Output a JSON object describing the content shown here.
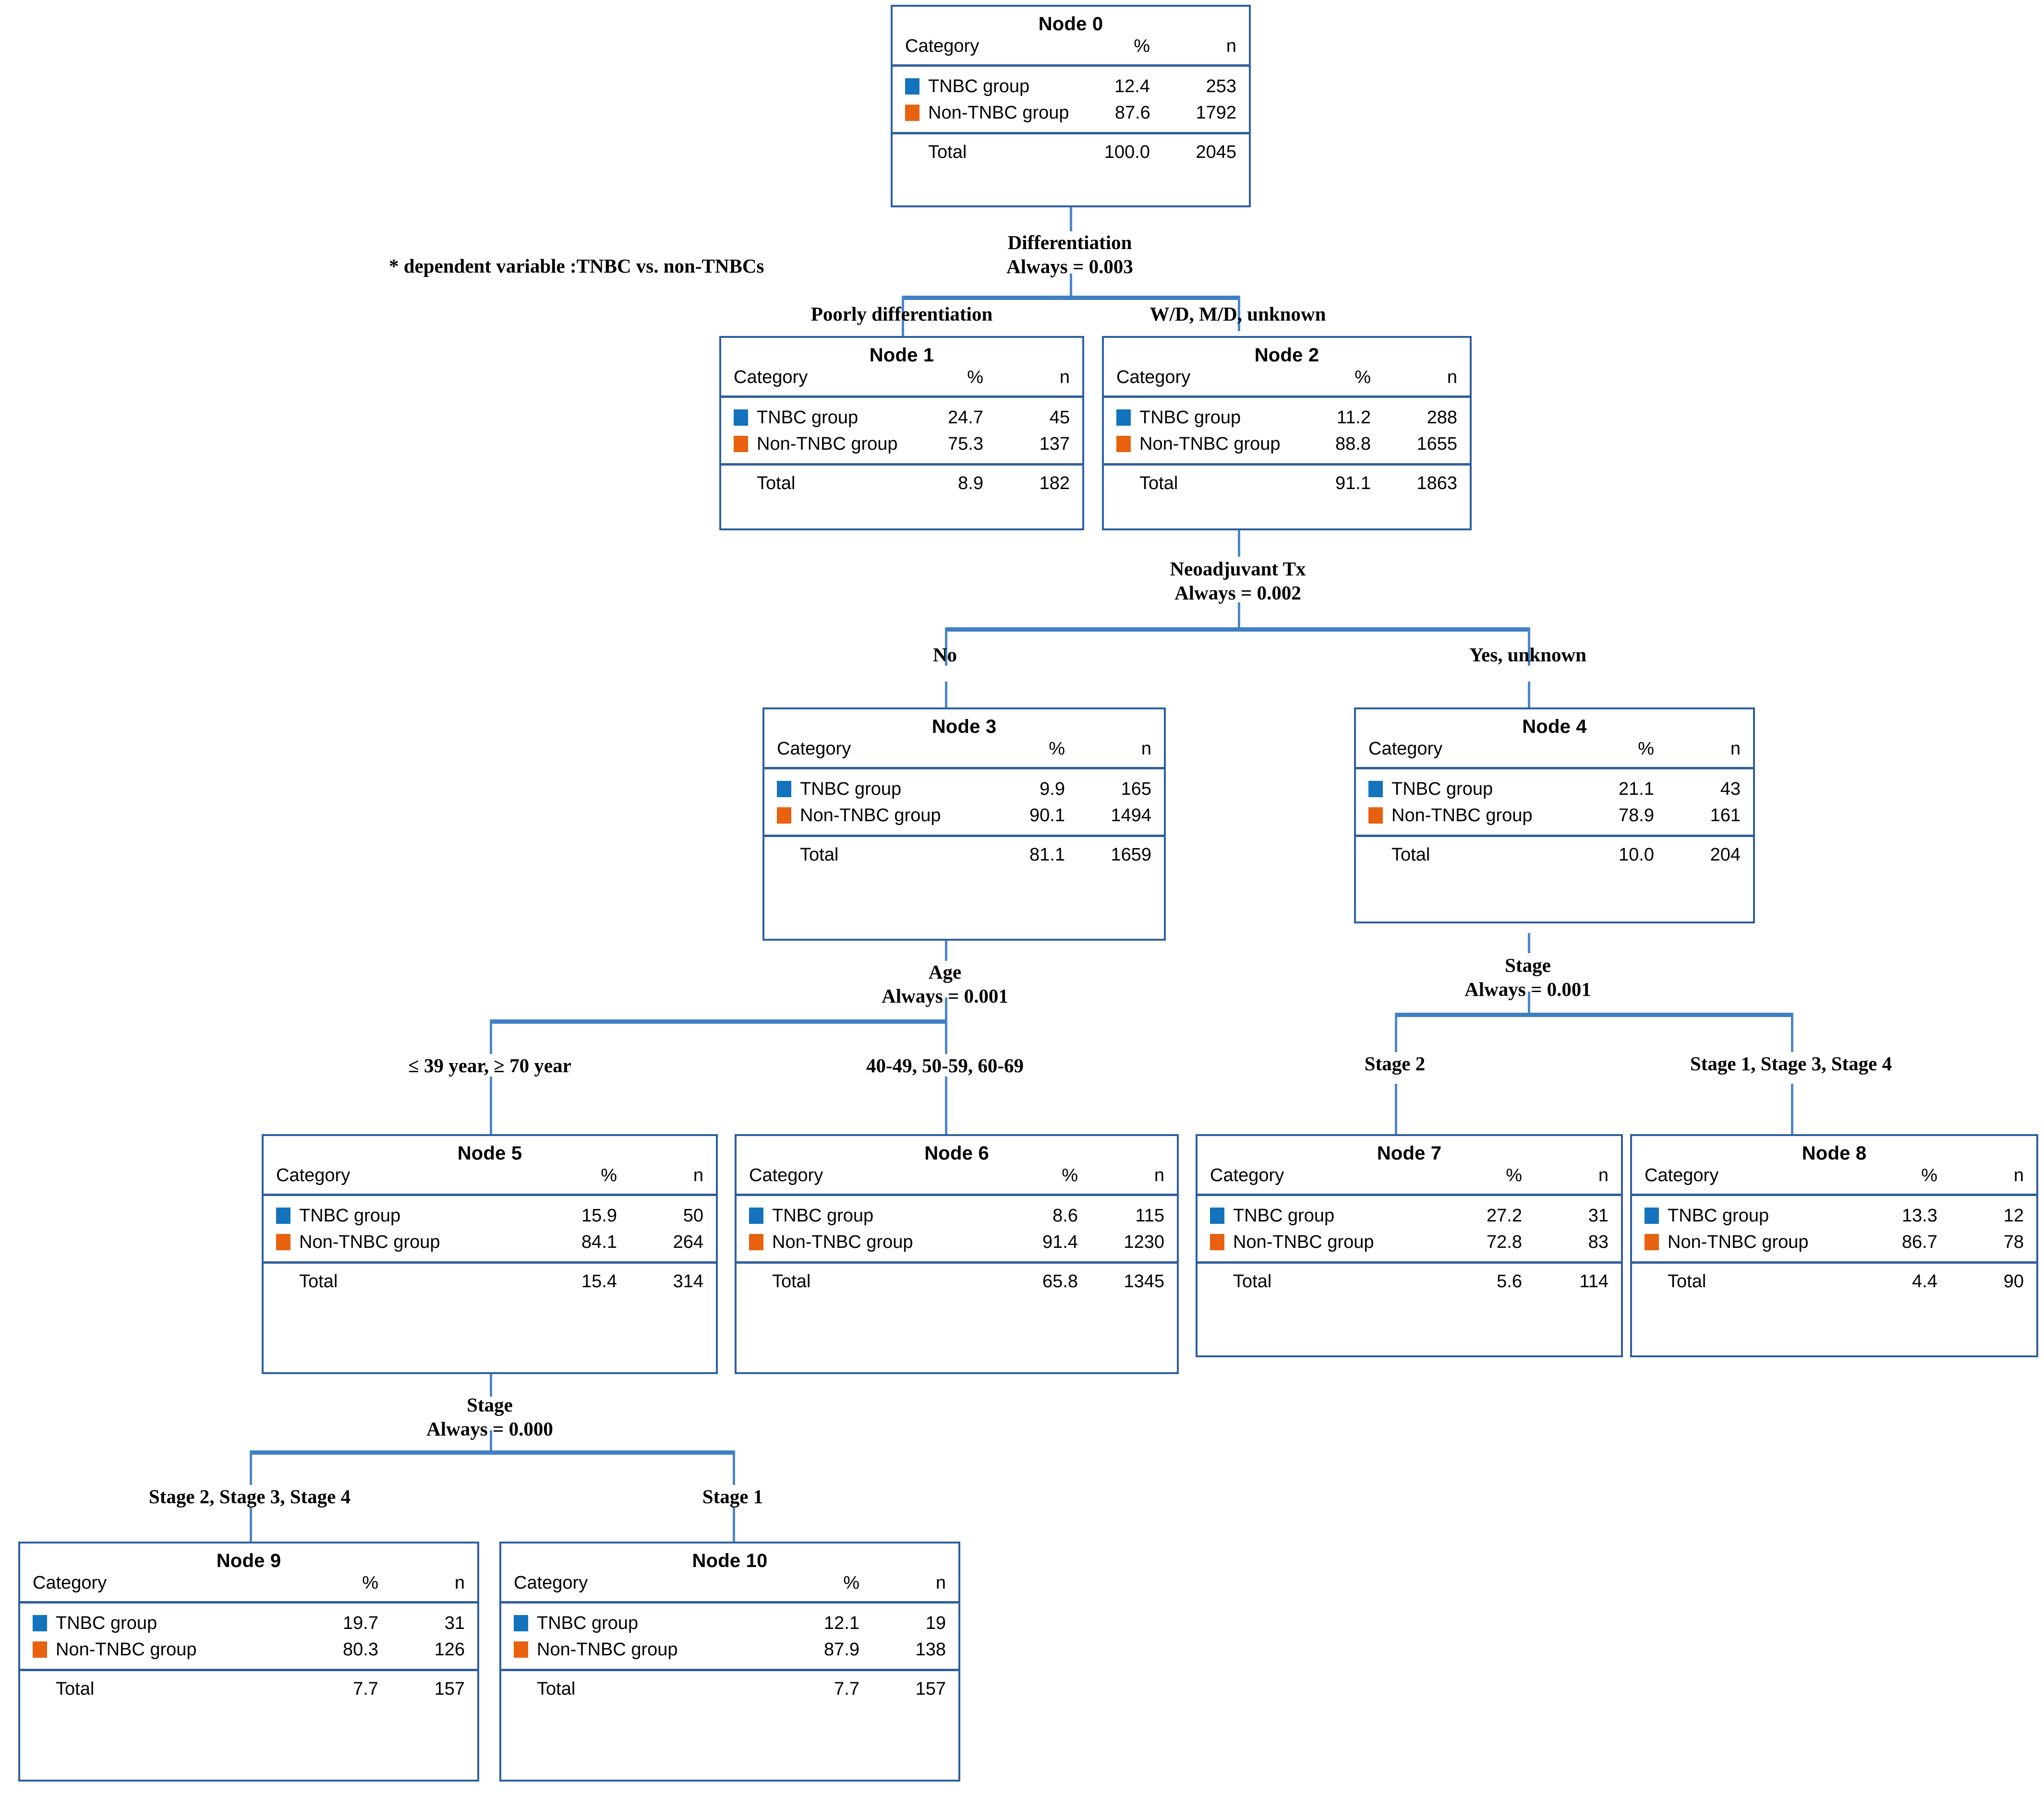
{
  "figure": {
    "type": "decision-tree",
    "footnote": "* dependent variable :TNBC  vs.  non-TNBCs",
    "colors": {
      "tnbc": "#1373bd",
      "non_tnbc": "#e8610f",
      "node_border": "#2e5f9e",
      "connector": "#4a86c8"
    },
    "columns": {
      "category": "Category",
      "percent": "%",
      "count": "n"
    },
    "total_label": "Total"
  },
  "nodes": {
    "n0": {
      "title": "Node 0",
      "rows": [
        {
          "label": "TNBC group",
          "pct": "12.4",
          "n": "253"
        },
        {
          "label": "Non-TNBC group",
          "pct": "87.6",
          "n": "1792"
        }
      ],
      "total": {
        "label": "Total",
        "pct": "100.0",
        "n": "2045"
      }
    },
    "n1": {
      "title": "Node 1",
      "rows": [
        {
          "label": "TNBC group",
          "pct": "24.7",
          "n": "45"
        },
        {
          "label": "Non-TNBC group",
          "pct": "75.3",
          "n": "137"
        }
      ],
      "total": {
        "label": "Total",
        "pct": "8.9",
        "n": "182"
      }
    },
    "n2": {
      "title": "Node 2",
      "rows": [
        {
          "label": "TNBC group",
          "pct": "11.2",
          "n": "288"
        },
        {
          "label": "Non-TNBC group",
          "pct": "88.8",
          "n": "1655"
        }
      ],
      "total": {
        "label": "Total",
        "pct": "91.1",
        "n": "1863"
      }
    },
    "n3": {
      "title": "Node 3",
      "rows": [
        {
          "label": "TNBC group",
          "pct": "9.9",
          "n": "165"
        },
        {
          "label": "Non-TNBC group",
          "pct": "90.1",
          "n": "1494"
        }
      ],
      "total": {
        "label": "Total",
        "pct": "81.1",
        "n": "1659"
      }
    },
    "n4": {
      "title": "Node 4",
      "rows": [
        {
          "label": "TNBC group",
          "pct": "21.1",
          "n": "43"
        },
        {
          "label": "Non-TNBC group",
          "pct": "78.9",
          "n": "161"
        }
      ],
      "total": {
        "label": "Total",
        "pct": "10.0",
        "n": "204"
      }
    },
    "n5": {
      "title": "Node 5",
      "rows": [
        {
          "label": "TNBC group",
          "pct": "15.9",
          "n": "50"
        },
        {
          "label": "Non-TNBC group",
          "pct": "84.1",
          "n": "264"
        }
      ],
      "total": {
        "label": "Total",
        "pct": "15.4",
        "n": "314"
      }
    },
    "n6": {
      "title": "Node 6",
      "rows": [
        {
          "label": "TNBC group",
          "pct": "8.6",
          "n": "115"
        },
        {
          "label": "Non-TNBC group",
          "pct": "91.4",
          "n": "1230"
        }
      ],
      "total": {
        "label": "Total",
        "pct": "65.8",
        "n": "1345"
      }
    },
    "n7": {
      "title": "Node 7",
      "rows": [
        {
          "label": "TNBC group",
          "pct": "27.2",
          "n": "31"
        },
        {
          "label": "Non-TNBC group",
          "pct": "72.8",
          "n": "83"
        }
      ],
      "total": {
        "label": "Total",
        "pct": "5.6",
        "n": "114"
      }
    },
    "n8": {
      "title": "Node 8",
      "rows": [
        {
          "label": "TNBC group",
          "pct": "13.3",
          "n": "12"
        },
        {
          "label": "Non-TNBC group",
          "pct": "86.7",
          "n": "78"
        }
      ],
      "total": {
        "label": "Total",
        "pct": "4.4",
        "n": "90"
      }
    },
    "n9": {
      "title": "Node 9",
      "rows": [
        {
          "label": "TNBC group",
          "pct": "19.7",
          "n": "31"
        },
        {
          "label": "Non-TNBC group",
          "pct": "80.3",
          "n": "126"
        }
      ],
      "total": {
        "label": "Total",
        "pct": "7.7",
        "n": "157"
      }
    },
    "n10": {
      "title": "Node 10",
      "rows": [
        {
          "label": "TNBC group",
          "pct": "12.1",
          "n": "19"
        },
        {
          "label": "Non-TNBC group",
          "pct": "87.9",
          "n": "138"
        }
      ],
      "total": {
        "label": "Total",
        "pct": "7.7",
        "n": "157"
      }
    }
  },
  "splits": {
    "differentiation": {
      "variable": "Differentiation",
      "stat": "Always = 0.003",
      "left_branch": "Poorly differentiation",
      "right_branch": "W/D, M/D, unknown"
    },
    "neoadjuvant": {
      "variable": "Neoadjuvant Tx",
      "stat": "Always = 0.002",
      "left_branch": "No",
      "right_branch": "Yes, unknown"
    },
    "age": {
      "variable": "Age",
      "stat": "Always = 0.001",
      "left_branch": "≤ 39 year, ≥ 70 year",
      "right_branch": "40-49, 50-59, 60-69"
    },
    "stage_n4": {
      "variable": "Stage",
      "stat": "Always = 0.001",
      "left_branch": "Stage 2",
      "right_branch": "Stage 1, Stage 3, Stage 4"
    },
    "stage_n5": {
      "variable": "Stage",
      "stat": "Always = 0.000",
      "left_branch": "Stage 2, Stage 3, Stage 4",
      "right_branch": "Stage 1"
    }
  },
  "chart_data": {
    "type": "table",
    "title": "CHAID decision tree — TNBC vs. non-TNBC",
    "categories": [
      "TNBC group",
      "Non-TNBC group"
    ],
    "nodes": [
      {
        "id": 0,
        "parent": null,
        "branch": null,
        "tnbc_pct": 12.4,
        "tnbc_n": 253,
        "nontnbc_pct": 87.6,
        "nontnbc_n": 1792,
        "total_pct": 100.0,
        "total_n": 2045
      },
      {
        "id": 1,
        "parent": 0,
        "branch": "Poorly differentiation",
        "tnbc_pct": 24.7,
        "tnbc_n": 45,
        "nontnbc_pct": 75.3,
        "nontnbc_n": 137,
        "total_pct": 8.9,
        "total_n": 182
      },
      {
        "id": 2,
        "parent": 0,
        "branch": "W/D, M/D, unknown",
        "tnbc_pct": 11.2,
        "tnbc_n": 288,
        "nontnbc_pct": 88.8,
        "nontnbc_n": 1655,
        "total_pct": 91.1,
        "total_n": 1863
      },
      {
        "id": 3,
        "parent": 2,
        "branch": "No",
        "tnbc_pct": 9.9,
        "tnbc_n": 165,
        "nontnbc_pct": 90.1,
        "nontnbc_n": 1494,
        "total_pct": 81.1,
        "total_n": 1659
      },
      {
        "id": 4,
        "parent": 2,
        "branch": "Yes, unknown",
        "tnbc_pct": 21.1,
        "tnbc_n": 43,
        "nontnbc_pct": 78.9,
        "nontnbc_n": 161,
        "total_pct": 10.0,
        "total_n": 204
      },
      {
        "id": 5,
        "parent": 3,
        "branch": "≤ 39 year, ≥ 70 year",
        "tnbc_pct": 15.9,
        "tnbc_n": 50,
        "nontnbc_pct": 84.1,
        "nontnbc_n": 264,
        "total_pct": 15.4,
        "total_n": 314
      },
      {
        "id": 6,
        "parent": 3,
        "branch": "40-49, 50-59, 60-69",
        "tnbc_pct": 8.6,
        "tnbc_n": 115,
        "nontnbc_pct": 91.4,
        "nontnbc_n": 1230,
        "total_pct": 65.8,
        "total_n": 1345
      },
      {
        "id": 7,
        "parent": 4,
        "branch": "Stage 2",
        "tnbc_pct": 27.2,
        "tnbc_n": 31,
        "nontnbc_pct": 72.8,
        "nontnbc_n": 83,
        "total_pct": 5.6,
        "total_n": 114
      },
      {
        "id": 8,
        "parent": 4,
        "branch": "Stage 1, Stage 3, Stage 4",
        "tnbc_pct": 13.3,
        "tnbc_n": 12,
        "nontnbc_pct": 86.7,
        "nontnbc_n": 78,
        "total_pct": 4.4,
        "total_n": 90
      },
      {
        "id": 9,
        "parent": 5,
        "branch": "Stage 2, Stage 3, Stage 4",
        "tnbc_pct": 19.7,
        "tnbc_n": 31,
        "nontnbc_pct": 80.3,
        "nontnbc_n": 126,
        "total_pct": 7.7,
        "total_n": 157
      },
      {
        "id": 10,
        "parent": 5,
        "branch": "Stage 1",
        "tnbc_pct": 12.1,
        "tnbc_n": 19,
        "nontnbc_pct": 87.9,
        "nontnbc_n": 138,
        "total_pct": 7.7,
        "total_n": 157
      }
    ],
    "splits": [
      {
        "parent": 0,
        "variable": "Differentiation",
        "stat": "Always = 0.003"
      },
      {
        "parent": 2,
        "variable": "Neoadjuvant Tx",
        "stat": "Always = 0.002"
      },
      {
        "parent": 3,
        "variable": "Age",
        "stat": "Always = 0.001"
      },
      {
        "parent": 4,
        "variable": "Stage",
        "stat": "Always = 0.001"
      },
      {
        "parent": 5,
        "variable": "Stage",
        "stat": "Always = 0.000"
      }
    ]
  }
}
